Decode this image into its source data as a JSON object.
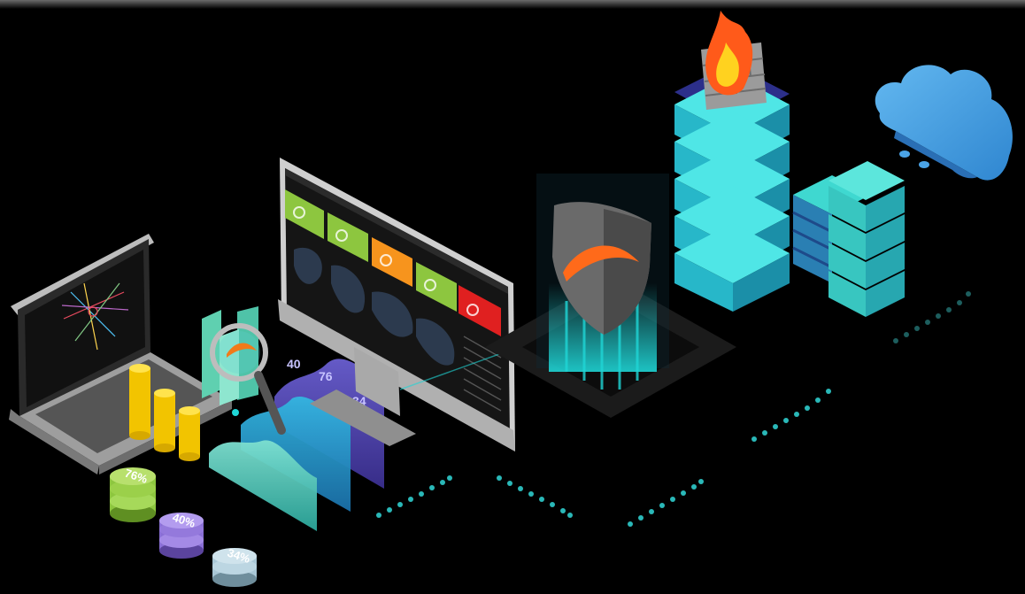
{
  "wave_labels": [
    "40",
    "76",
    "34"
  ],
  "disc_labels": [
    "76%",
    "40%",
    "34%"
  ],
  "colors": {
    "background": "#000000",
    "teal": "#4fe0e0",
    "cyan": "#27b7c9",
    "purple": "#5b4db5",
    "lime": "#8dc63f",
    "orange": "#f7941d",
    "red": "#e02020",
    "yellow": "#f7d117",
    "cloud": "#4aa3e6",
    "shield": "#6a6a6a",
    "flame": "#ff6a1a"
  },
  "icons": [
    "laptop-icon",
    "monitor-icon",
    "shield-icon",
    "server-icon",
    "firewall-icon",
    "cloud-icon",
    "magnifier-icon",
    "coin-stack-icon"
  ]
}
